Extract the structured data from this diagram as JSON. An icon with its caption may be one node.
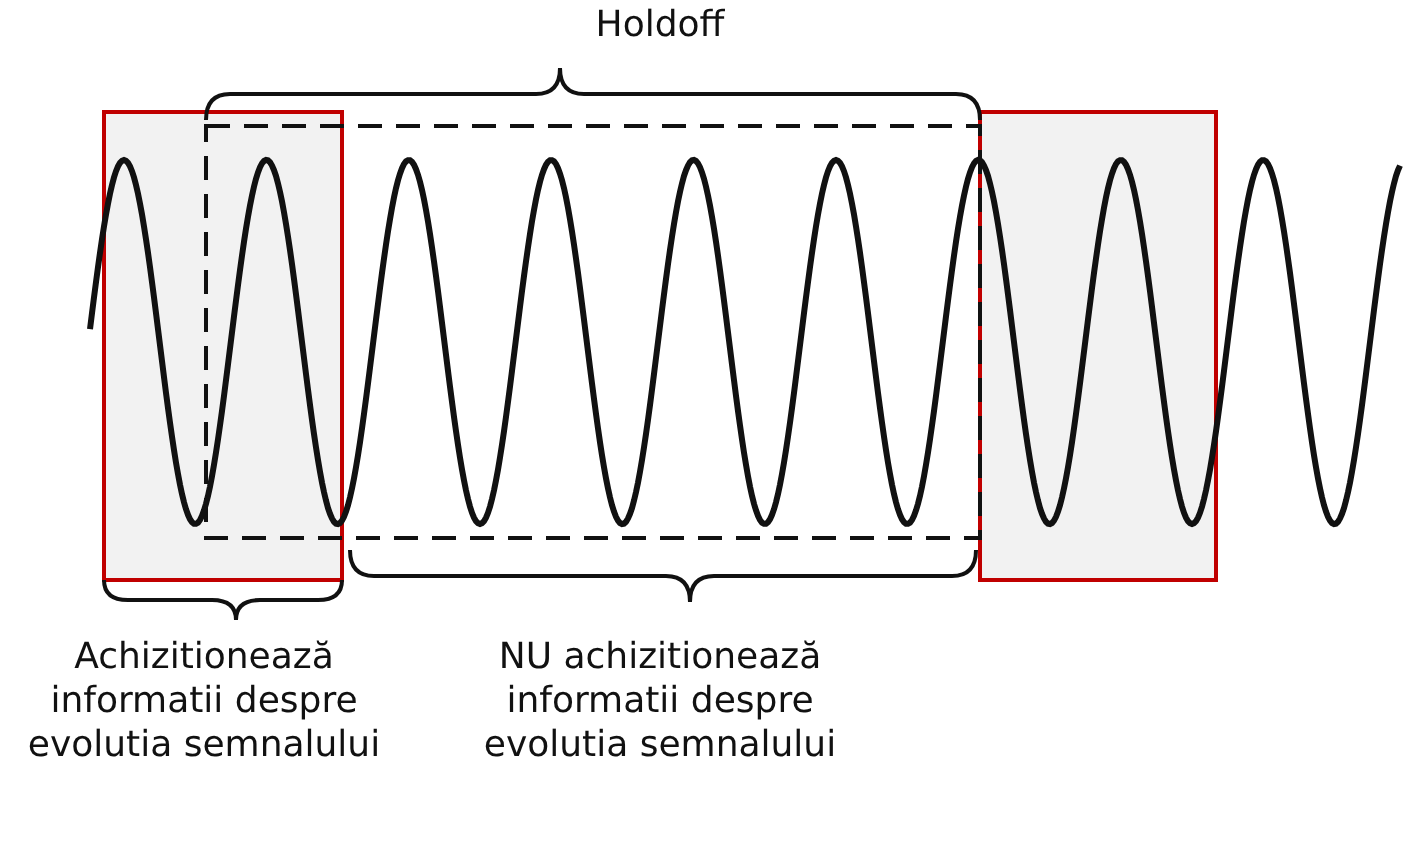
{
  "diagram": {
    "labels": [
      "Holdoff",
      "Achizitionează informatii despre evolutia semnalului",
      "NU achizitionează informatii despre evolutia semnalului"
    ]
  }
}
